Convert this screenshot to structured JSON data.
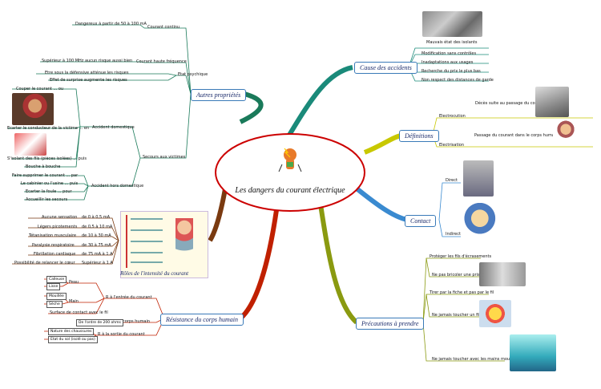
{
  "center": {
    "title": "Les dangers du courant électrique"
  },
  "branches": {
    "cause": "Cause des accidents",
    "definitions": "Définitions",
    "contact": "Contact",
    "precautions": "Précautions à prendre",
    "resistance": "Résistance du corps humain",
    "roles": "Rôles de l'intensité du courant",
    "autres": "Autres propriétés"
  },
  "cause": {
    "photo_caption": "Mauvais état des isolants",
    "items": [
      "Modification sans contrôles",
      "Inadaptations aux usages",
      "Recherche du prix le plus bas",
      "Non respect des distances de garde"
    ]
  },
  "definitions": {
    "electrocution": "Electrocution",
    "electrocution_desc": "Décès suite au passage du courant",
    "electrisation": "Electrisation",
    "electrisation_desc": "Passage du courant dans le corps humain"
  },
  "contact": {
    "direct": "Direct",
    "indirect": "Indirect"
  },
  "precautions": {
    "proteger": "Protéger les fils d'écrasements",
    "prise": "Ne pas bricoler une prise",
    "tirer": "Tirer par la fiche et pas par le fil",
    "fil_nu": "Ne jamais toucher un fil nu",
    "mains": "Ne jamais toucher avec les mains mouillées"
  },
  "resistance": {
    "entree": "R à l'entrée du courant",
    "peau": "Peau",
    "calleuse": "Calleuse",
    "lisse": "Lisse",
    "main": "Main",
    "mouillee": "Mouillée",
    "seche": "Sèche",
    "surface": "Surface de contact avec le fil",
    "corps": "R du corps humain",
    "ordre": "De l'ordre de 200 ohms",
    "sortie": "R à la sortie du courant",
    "chaussures": "Nature des chaussures",
    "etat_sol": "Etat du sol (isolé ou pas)"
  },
  "roles": {
    "rows": [
      {
        "label": "Aucune sensation",
        "value": "de 0 à 0,5 mA"
      },
      {
        "label": "Légers picotements",
        "value": "de 0,5 à 10 mA"
      },
      {
        "label": "Tétanisation musculaire",
        "value": "de 10 à 30 mA"
      },
      {
        "label": "Paralysie respiratoire",
        "value": "de 30 à 75 mA"
      },
      {
        "label": "Fibrillation cardiaque",
        "value": "de 75 mA à 1 A"
      },
      {
        "label": "Possibilité de relancer le cœur",
        "value": "Supérieur à 1 A"
      }
    ]
  },
  "autres": {
    "continu": "Courant continu",
    "continu_desc": "Dangereux à partir de 50 à 100 mA",
    "hf": "Courant haute fréquence",
    "hf_desc": "Supérieur à 100 MHz aucun risque aussi bien",
    "psy": "Etat psychique",
    "psy_1": "Etre sous la défensive atténue les risques",
    "psy_2": "Effet de surprise augmente les risques",
    "secours": "Secours aux victimes",
    "domestique": "Accident domestique",
    "couper": "Couper le courant ... ou",
    "ecarter": "Ecarter le conducteur de la victime ... en",
    "isolant": "S'isolant des fils (pièces isolées) ... puis",
    "bouche": "Bouche à bouche",
    "hors": "Accident hors domestique",
    "supprimer": "Faire supprimer le courant ... par",
    "cabinier": "Le cabinier ou l'usine ... puis",
    "foule": "Ecarter la foule ... pour",
    "accueillir": "Accueillir les secours"
  },
  "colors": {
    "cause": "#1a8a7a",
    "definitions": "#c8c800",
    "contact": "#3a8ad0",
    "precautions": "#8a9a10",
    "resistance": "#c02000",
    "roles": "#7a3a10",
    "autres": "#1a7a5a",
    "center_border": "#cc0000"
  }
}
